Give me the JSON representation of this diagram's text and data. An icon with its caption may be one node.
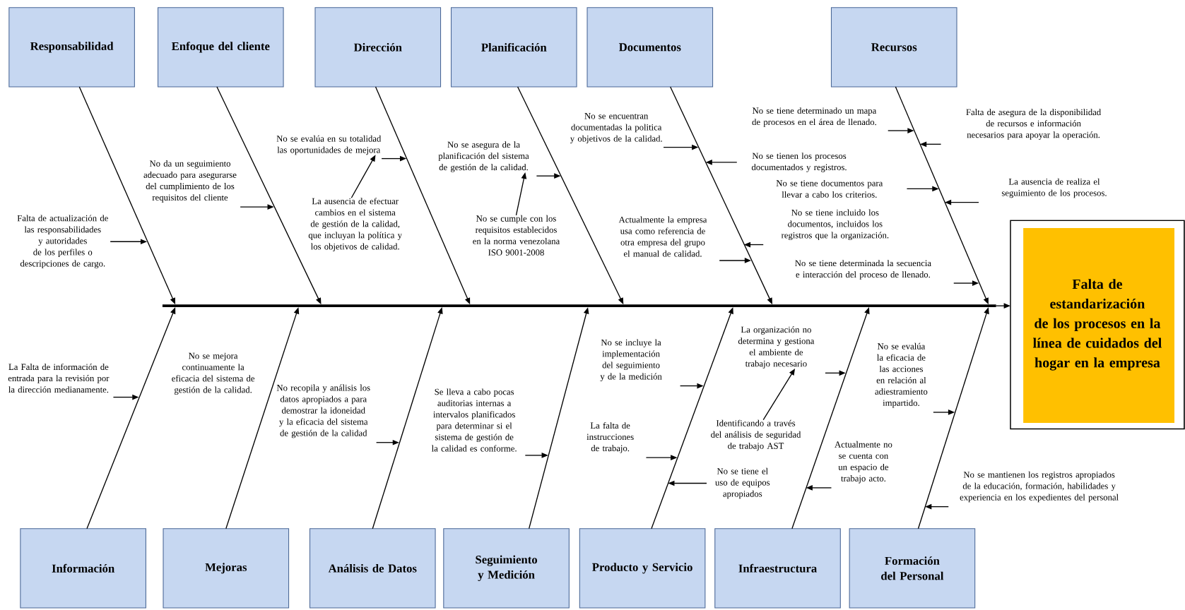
{
  "diagram": {
    "nodes": [
      {
        "text": [
          "Responsabilidad"
        ]
      },
      {
        "text": [
          "Enfoque del cliente"
        ]
      },
      {
        "text": [
          "Dirección"
        ]
      },
      {
        "text": [
          "Planificación"
        ]
      },
      {
        "text": [
          "Documentos"
        ]
      },
      {
        "text": [
          "Recursos"
        ]
      },
      {
        "text": [
          "Información"
        ]
      },
      {
        "text": [
          "Mejoras"
        ]
      },
      {
        "text": [
          "Análisis de Datos"
        ]
      },
      {
        "text": [
          "Seguimiento y Medición"
        ]
      },
      {
        "text": [
          "Producto y Servicio"
        ]
      },
      {
        "text": [
          "Infraestructura"
        ]
      },
      {
        "text": [
          "Formación del Personal"
        ]
      },
      {
        "text": [
          "Falta de estandarización de los procesos en la línea de cuidados del hogar en la empresa"
        ]
      },
      {
        "text": [
          "Falta de actualización de las responsabilidades y autoridades de los perfiles o descripciones de cargo."
        ]
      },
      {
        "text": [
          "No da un seguimiento adecuado para asegurarse del cumplimiento de los requisitos del cliente"
        ]
      },
      {
        "text": [
          "No se evalúa en su totalidad las oportunidades de mejora"
        ]
      },
      {
        "text": [
          "La ausencia de efectuar cambios en el sistema de gestión de la calidad, que incluyan la política y los objetivos de calidad."
        ]
      },
      {
        "text": [
          "No se asegura de la planificación del sistema de gestión de la calidad."
        ]
      },
      {
        "text": [
          "No se cumple con los requisitos establecidos en la norma venezolana ISO 9001-2008"
        ]
      },
      {
        "text": [
          "No se encuentran documentadas la politica y objetivos de la calidad."
        ]
      },
      {
        "text": [
          "Actualmente la empresa usa como referencia de otra empresa del grupo el manual de calidad."
        ]
      },
      {
        "text": [
          "No se tienen los procesos documentados y registros."
        ]
      },
      {
        "text": [
          "No se tiene determinado un mapa de procesos en el área de llenado."
        ]
      },
      {
        "text": [
          "Falta de asegura de la disponibilidad de recursos e información necesarios para apoyar la operación."
        ]
      },
      {
        "text": [
          "No se tiene documentos para llevar a cabo los criterios."
        ]
      },
      {
        "text": [
          "La ausencia de realiza el seguimiento de los procesos."
        ]
      },
      {
        "text": [
          "No se tiene incluido los documentos, incluidos los registros que la organización."
        ]
      },
      {
        "text": [
          "No se tiene determinada la secuencia e interacción del proceso de llenado."
        ]
      },
      {
        "text": [
          "La Falta de información de entrada para la revisión por la dirección medianamente."
        ]
      },
      {
        "text": [
          "No se mejora continuamente la eficacia del sistema de gestión de la calidad."
        ]
      },
      {
        "text": [
          "No recopila y análisis los datos apropiados a para demostrar la idoneidad y la eficacia del sistema de gestión de la calidad"
        ]
      },
      {
        "text": [
          "Se lleva a cabo pocas auditorias internas a intervalos planificados para determinar si el sistema de gestión de la calidad es conforme."
        ]
      },
      {
        "text": [
          "La falta de instrucciones de trabajo."
        ]
      },
      {
        "text": [
          "No se incluye la implementación del seguimiento y de la medición"
        ]
      },
      {
        "text": [
          "No se tiene el uso de equipos apropiados"
        ]
      },
      {
        "text": [
          "La organización no determina y gestiona el ambiente de trabajo necesario"
        ]
      },
      {
        "text": [
          "Identificando a través del análisis de seguridad de trabajo AST"
        ]
      },
      {
        "text": [
          "Actualmente no se cuenta con un espacio de trabajo acto."
        ]
      },
      {
        "text": [
          "No se evalúa la eficacia de las acciones en relación al adiestramiento impartido."
        ]
      },
      {
        "text": [
          "No se mantienen los registros apropiados de la educación, formación, habilidades y experiencia en los expedientes del personal"
        ]
      },
      {
        "text": [],
        "shape": "bar"
      }
    ],
    "edges": [
      {
        "from": 41,
        "to": 13,
        "arrow": "to"
      },
      {
        "from": 0,
        "to": 41,
        "arrow": "to"
      },
      {
        "from": 1,
        "to": 41,
        "arrow": "to"
      },
      {
        "from": 2,
        "to": 41,
        "arrow": "to"
      },
      {
        "from": 3,
        "to": 41,
        "arrow": "to"
      },
      {
        "from": 4,
        "to": 41,
        "arrow": "to"
      },
      {
        "from": 5,
        "to": 41,
        "arrow": "to"
      },
      {
        "from": 6,
        "to": 41,
        "arrow": "to"
      },
      {
        "from": 7,
        "to": 41,
        "arrow": "to"
      },
      {
        "from": 8,
        "to": 41,
        "arrow": "to"
      },
      {
        "from": 9,
        "to": 41,
        "arrow": "to"
      },
      {
        "from": 10,
        "to": 41,
        "arrow": "to"
      },
      {
        "from": 11,
        "to": 41,
        "arrow": "to"
      },
      {
        "from": 12,
        "to": 41,
        "arrow": "to"
      },
      {
        "from": 14,
        "to": null,
        "arrow": "to"
      },
      {
        "from": 15,
        "to": null,
        "arrow": "to"
      },
      {
        "from": 16,
        "to": null,
        "arrow": "to"
      },
      {
        "from": 17,
        "to": 16,
        "arrow": "to"
      },
      {
        "from": 18,
        "to": null,
        "arrow": "to"
      },
      {
        "from": 19,
        "to": 18,
        "arrow": "to"
      },
      {
        "from": 20,
        "to": null,
        "arrow": "to"
      },
      {
        "from": 21,
        "to": null,
        "arrow": "to"
      },
      {
        "from": 22,
        "to": null,
        "arrow": "to"
      },
      {
        "from": 23,
        "to": null,
        "arrow": "to"
      },
      {
        "from": 24,
        "to": null,
        "arrow": "to"
      },
      {
        "from": 25,
        "to": null,
        "arrow": "to"
      },
      {
        "from": 26,
        "to": null,
        "arrow": "to"
      },
      {
        "from": 27,
        "to": null,
        "arrow": "to"
      },
      {
        "from": 28,
        "to": null,
        "arrow": "to"
      },
      {
        "from": 29,
        "to": null,
        "arrow": "to"
      },
      {
        "from": 31,
        "to": null,
        "arrow": "to"
      },
      {
        "from": 32,
        "to": null,
        "arrow": "to"
      },
      {
        "from": 33,
        "to": null,
        "arrow": "to"
      },
      {
        "from": 34,
        "to": null,
        "arrow": "to"
      },
      {
        "from": 35,
        "to": null,
        "arrow": "to"
      },
      {
        "from": 36,
        "to": null,
        "arrow": "to"
      },
      {
        "from": 37,
        "to": 36,
        "arrow": "to"
      },
      {
        "from": 38,
        "to": null,
        "arrow": "to"
      },
      {
        "from": 39,
        "to": null,
        "arrow": "to"
      },
      {
        "from": 40,
        "to": null,
        "arrow": "to"
      }
    ]
  }
}
